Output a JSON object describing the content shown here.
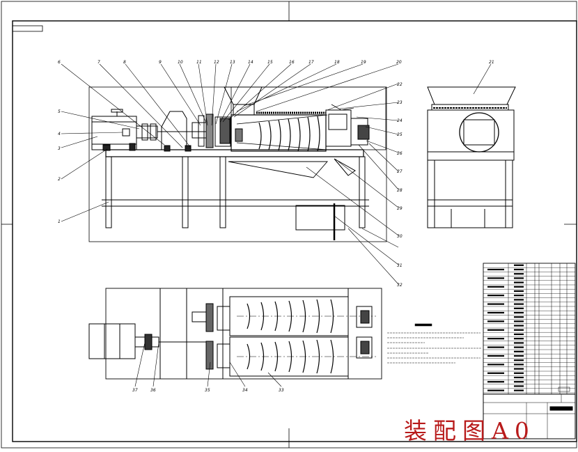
{
  "drawing": {
    "caption": "装配图A0",
    "caption_color": "#b81a1a",
    "line_color": "#000000",
    "background": "#ffffff",
    "balloons_front": [
      "1",
      "2",
      "3",
      "4",
      "5",
      "6",
      "7",
      "8",
      "9",
      "10",
      "11",
      "12",
      "13",
      "14",
      "15",
      "16",
      "17",
      "18",
      "19",
      "20",
      "21",
      "22",
      "23",
      "24",
      "25",
      "26",
      "27",
      "28",
      "29",
      "30",
      "31",
      "32"
    ],
    "balloons_plan": [
      "33",
      "34",
      "35",
      "36",
      "37"
    ]
  }
}
